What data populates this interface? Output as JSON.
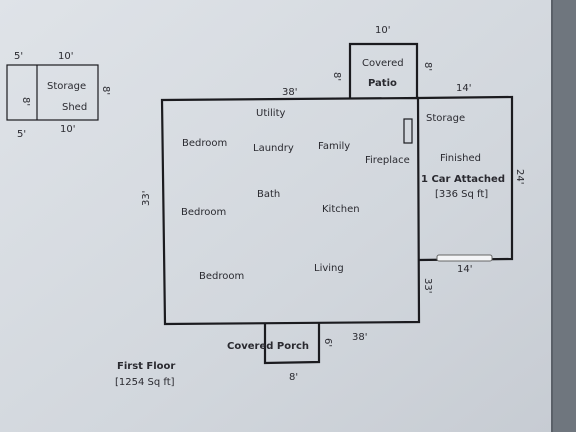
{
  "shed": {
    "dims": {
      "top_left": "5'",
      "top_right": "10'",
      "bottom_left": "5'",
      "bottom_right": "10'",
      "left_inner": "8'",
      "right": "8'"
    },
    "label_line1": "Storage",
    "label_line2": "Shed"
  },
  "patio": {
    "label_line1": "Covered",
    "label_line2": "Patio",
    "dims": {
      "top": "10'",
      "left": "8'",
      "right": "8'"
    }
  },
  "house": {
    "dims": {
      "top": "38'",
      "left": "33'",
      "bottom": "38'"
    },
    "rooms": {
      "utility": "Utility",
      "bedroom_1": "Bedroom",
      "laundry": "Laundry",
      "family": "Family",
      "fireplace": "Fireplace",
      "bedroom_2": "Bedroom",
      "bath": "Bath",
      "kitchen": "Kitchen",
      "bedroom_3": "Bedroom",
      "living": "Living"
    }
  },
  "garage": {
    "dims": {
      "top": "14'",
      "right": "24'",
      "bottom": "14'",
      "left": "33'"
    },
    "storage": "Storage",
    "finished": "Finished",
    "title": "1 Car Attached",
    "area": "[336 Sq ft]"
  },
  "porch": {
    "label": "Covered Porch",
    "dims": {
      "right": "6'",
      "bottom": "8'"
    }
  },
  "floor": {
    "title": "First Floor",
    "area": "[1254 Sq ft]"
  },
  "colors": {
    "paper": "#d4d9df",
    "wall": "#1b1b1f",
    "text": "#2a2a30",
    "backdrop": "#8d949c"
  }
}
